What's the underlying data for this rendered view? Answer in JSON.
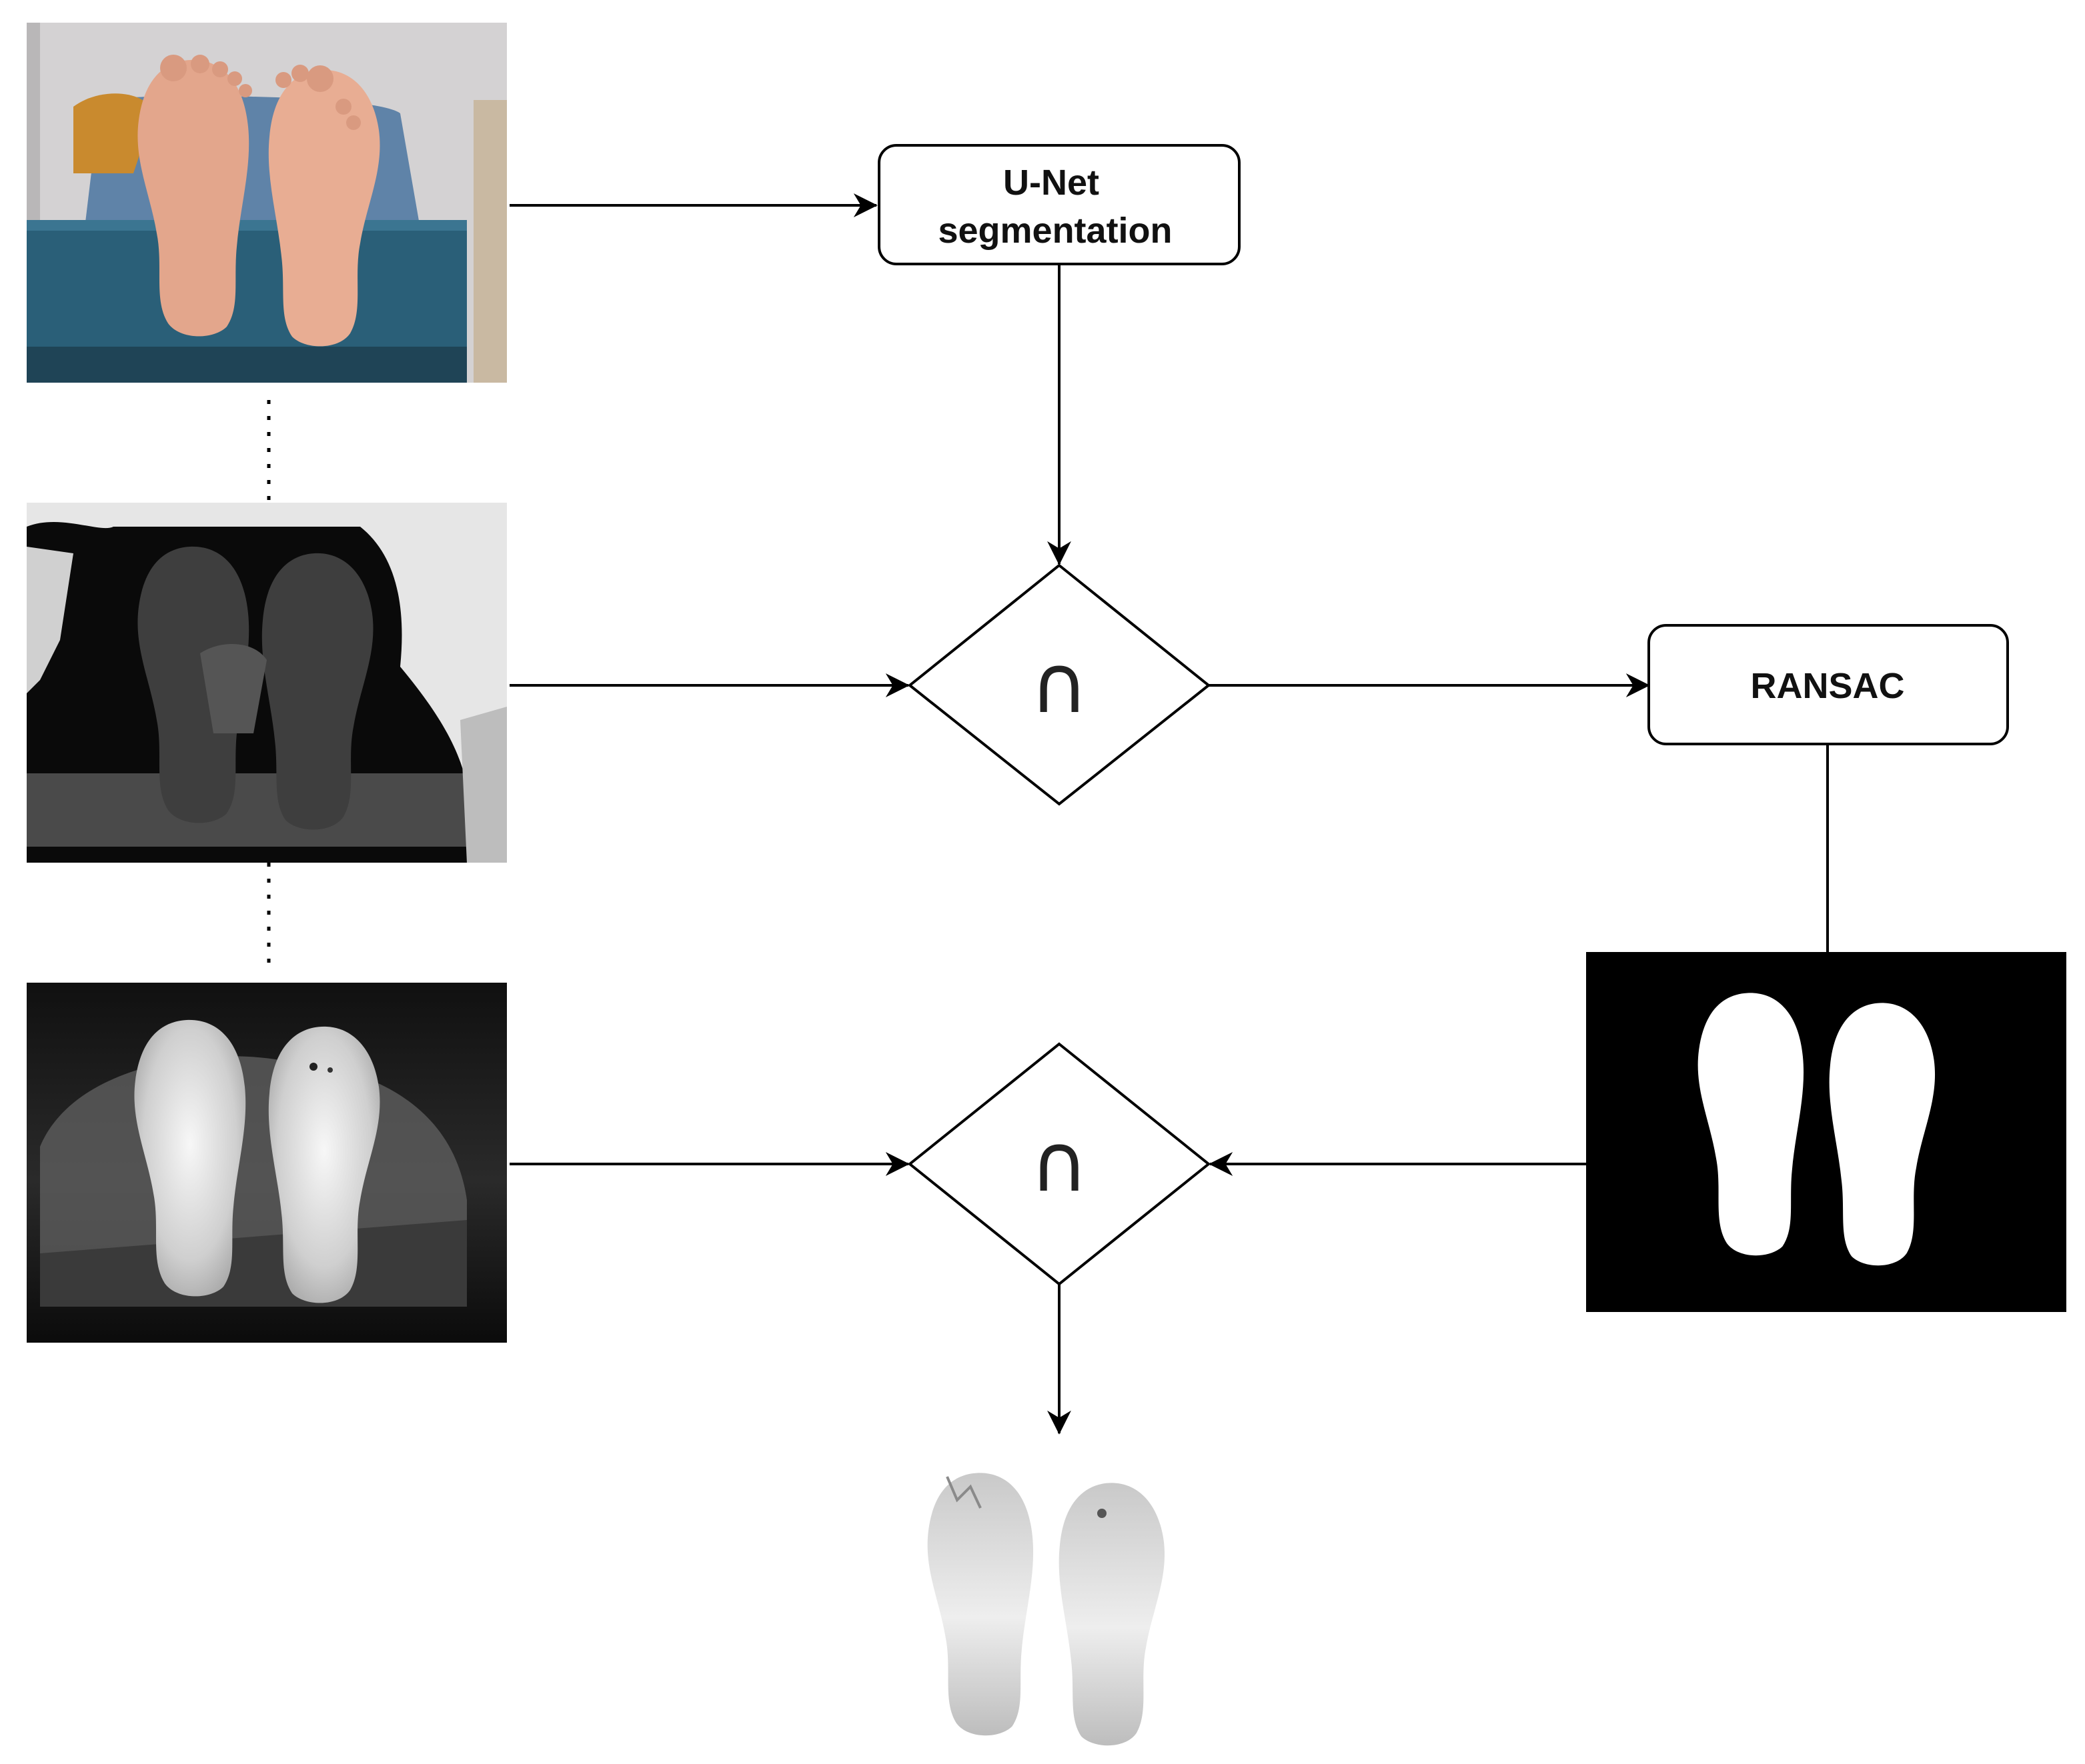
{
  "nodes": {
    "unet": {
      "label_line1": "U-Net",
      "label_line2": "segmentation"
    },
    "ransac": {
      "label": "RANSAC"
    },
    "intersection_top": {
      "symbol": "∩"
    },
    "intersection_bottom": {
      "symbol": "∩"
    }
  },
  "images": {
    "rgb": "rgb-photo-of-feet",
    "depth": "depth-map-of-feet",
    "thermal": "thermal-image-of-feet",
    "mask": "binary-foot-mask",
    "result": "segmented-thermal-feet"
  },
  "colors": {
    "stroke": "#000000",
    "box_fill": "#ffffff",
    "wall": "#d4d2d3",
    "bench": "#2a5f78",
    "skin": "#e3a68c",
    "jeans": "#5f83a8"
  }
}
